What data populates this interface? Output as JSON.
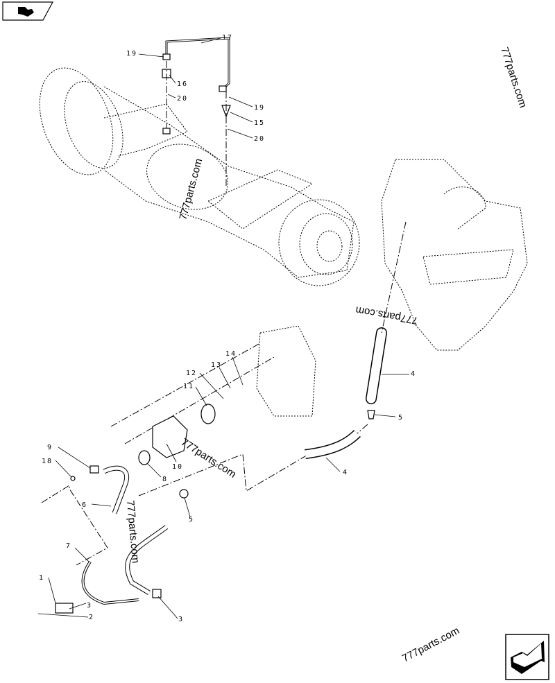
{
  "navigation": {
    "prev_icon": "back-arrow-icon",
    "next_icon": "forward-arrow-icon"
  },
  "callouts": [
    "17",
    "19",
    "16",
    "20",
    "19",
    "15",
    "20",
    "14",
    "13",
    "12",
    "11",
    "10",
    "9",
    "18",
    "8",
    "6",
    "7",
    "1",
    "3",
    "2",
    "3",
    "5",
    "5",
    "4",
    "4"
  ],
  "watermark": "777parts.com"
}
